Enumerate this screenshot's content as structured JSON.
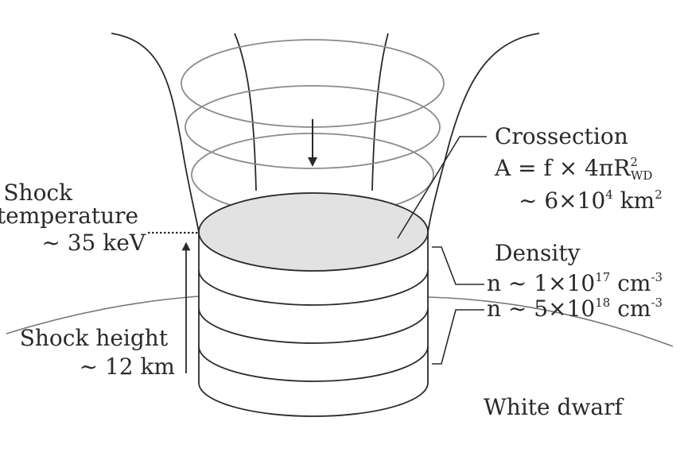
{
  "labels": {
    "shock_temperature": [
      "Shock",
      "temperature",
      "~ 35 keV"
    ],
    "shock_height": [
      "Shock height",
      "~ 12 km"
    ],
    "crossection": {
      "title": "Crossection",
      "formula_lhs": "A = f × 4πR",
      "formula_sup": "2",
      "formula_sub": "WD",
      "value_prefix": "~ 6×10",
      "value_exp": "4",
      "value_unit": " km",
      "value_unit_exp": "2"
    },
    "density": {
      "title": "Density",
      "n1_prefix": "n ~ 1×10",
      "n1_exp": "17",
      "n1_unit": " cm",
      "n1_unit_exp": "-3",
      "n2_prefix": "n ~ 5×10",
      "n2_exp": "18",
      "n2_unit": " cm",
      "n2_unit_exp": "-3"
    },
    "white_dwarf": "White dwarf"
  },
  "colors": {
    "line": "#2a2a2a",
    "ring": "#8a8a8a",
    "shock_fill": "#e2e2e2",
    "text": "#2a2a2a"
  }
}
